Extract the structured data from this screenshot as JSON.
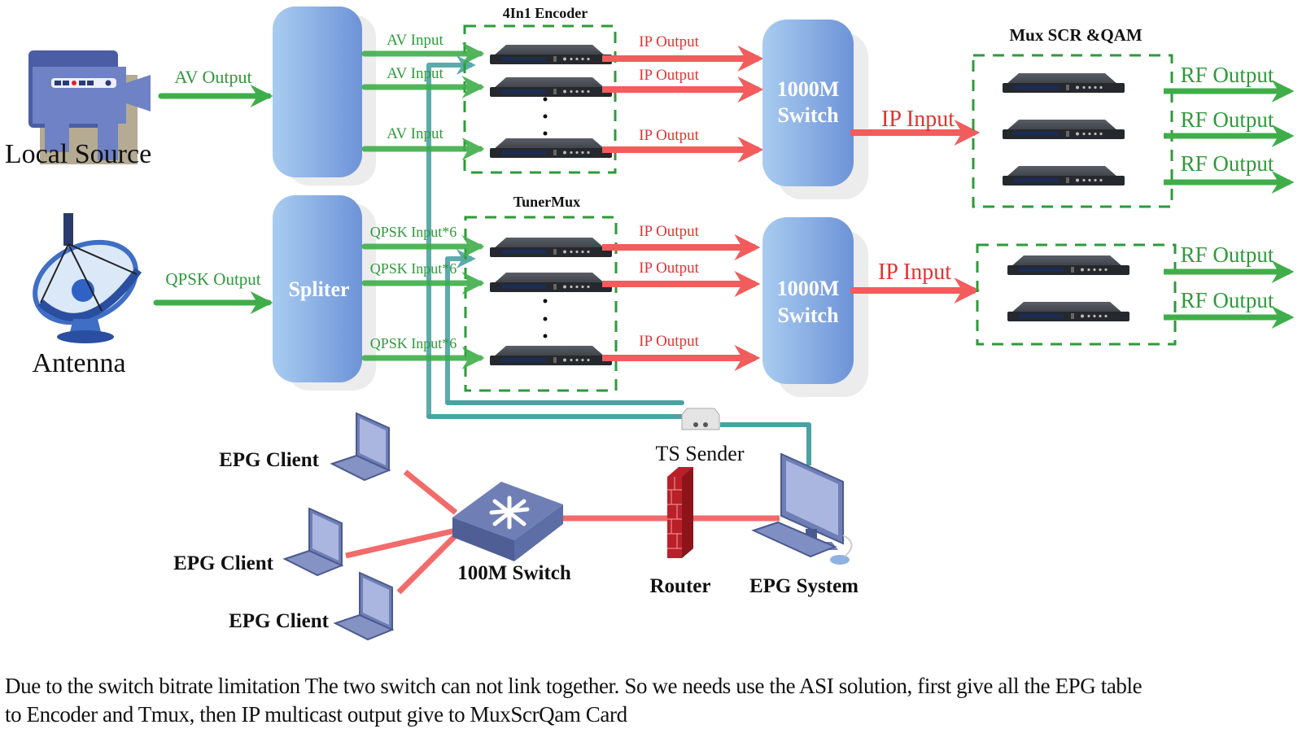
{
  "sources": {
    "local_source": {
      "label": "Local Source",
      "output_label": "AV Output"
    },
    "antenna": {
      "label": "Antenna",
      "output_label": "QPSK Output"
    }
  },
  "splitters": {
    "top": {
      "label": ""
    },
    "bottom": {
      "label": "Spliter"
    }
  },
  "encoder_group": {
    "title": "4In1 Encoder",
    "inputs": [
      "AV Input",
      "AV Input",
      "AV Input"
    ],
    "outputs": [
      "IP Output",
      "IP Output",
      "IP Output"
    ]
  },
  "tunermux_group": {
    "title": "TunerMux",
    "inputs": [
      "QPSK Input*6",
      "QPSK Input*6",
      "QPSK Input*6"
    ],
    "outputs": [
      "IP Output",
      "IP Output",
      "IP Output"
    ]
  },
  "switches": {
    "top": {
      "line1": "1000M",
      "line2": "Switch",
      "output_label": "IP Input"
    },
    "bottom": {
      "line1": "1000M",
      "line2": "Switch",
      "output_label": "IP Input"
    }
  },
  "mux_top": {
    "title": "Mux SCR &QAM",
    "outputs": [
      "RF Output",
      "RF Output",
      "RF Output"
    ]
  },
  "mux_bottom": {
    "outputs": [
      "RF Output",
      "RF Output"
    ]
  },
  "epg_network": {
    "clients": [
      "EPG Client",
      "EPG Client",
      "EPG Client"
    ],
    "switch_label": "100M Switch",
    "router_label": "Router",
    "system_label": "EPG System",
    "ts_sender_label": "TS Sender"
  },
  "colors": {
    "green": "#3fae4a",
    "red": "#f25c5c",
    "teal": "#4aa3a2",
    "blue_box": "#7ba3e0",
    "dashed": "#2e9a3a"
  },
  "caption": {
    "line1": "Due to the switch bitrate limitation The two switch can not link together. So we needs use the ASI solution, first give all the EPG table",
    "line2": "to Encoder and Tmux, then IP multicast output give to MuxScrQam Card"
  }
}
